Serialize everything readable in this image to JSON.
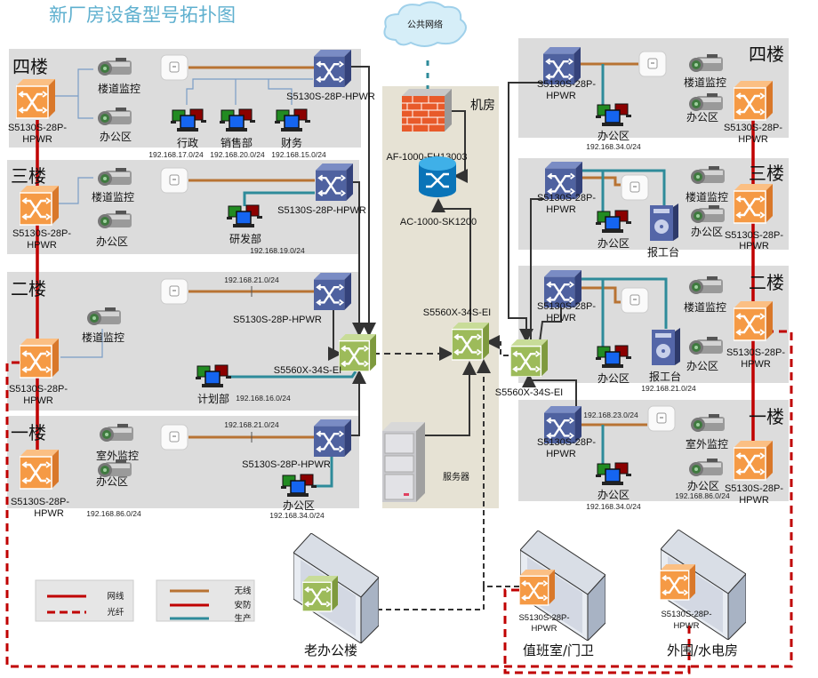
{
  "title": "新厂房设备型号拓扑图",
  "colors": {
    "wireless": "#b87333",
    "security": "#c00000",
    "production": "#2e8b9a",
    "panel": "#dcdcdc",
    "machine_room": "#e6e2d4"
  },
  "center": {
    "cloud": "公共网络",
    "room": "机房",
    "firewall": "AF-1000-FH13003",
    "controller": "AC-1000-SK1200",
    "core_switch": "S5560X-34S-EI",
    "server": "服务器"
  },
  "left": {
    "f4": {
      "floor": "四楼",
      "sec_sw": [
        "S5130S-28P-",
        "HPWR"
      ],
      "cam1": "楼道监控",
      "cam2": "办公区",
      "access_sw": "S5130S-28P-HPWR",
      "pcs": [
        {
          "label": "行政",
          "subnet": "192.168.17.0/24"
        },
        {
          "label": "销售部",
          "subnet": "192.168.20.0/24"
        },
        {
          "label": "财务",
          "subnet": "192.168.15.0/24"
        }
      ]
    },
    "f3": {
      "floor": "三楼",
      "sec_sw": [
        "S5130S-28P-",
        "HPWR"
      ],
      "cam1": "楼道监控",
      "cam2": "办公区",
      "access_sw": "S5130S-28P-HPWR",
      "pc": {
        "label": "研发部",
        "subnet": "192.168.19.0/24"
      }
    },
    "f2": {
      "floor": "二楼",
      "sec_sw": [
        "S5130S-28P-",
        "HPWR"
      ],
      "cam1": "楼道监控",
      "ap_subnet": "192.168.21.0/24",
      "access_sw": "S5130S-28P-HPWR",
      "agg_sw": "S5560X-34S-EI",
      "pc": {
        "label": "计划部",
        "subnet": "192.168.16.0/24"
      }
    },
    "f1": {
      "floor": "一楼",
      "sec_sw": [
        "S5130S-28P-",
        "HPWR"
      ],
      "cam1": "室外监控",
      "cam2": "办公区",
      "cam_subnet": "192.168.86.0/24",
      "ap_subnet": "192.168.21.0/24",
      "access_sw": "S5130S-28P-HPWR",
      "pc": {
        "label": "办公区",
        "subnet": "192.168.34.0/24"
      }
    }
  },
  "right": {
    "f4": {
      "floor": "四楼",
      "access_sw": [
        "S5130S-28P-",
        "HPWR"
      ],
      "pc": {
        "label": "办公区",
        "subnet": "192.168.34.0/24"
      },
      "cam1": "楼道监控",
      "cam2": "办公区",
      "sec_sw": [
        "S5130S-28P-",
        "HPWR"
      ]
    },
    "f3": {
      "floor": "三楼",
      "access_sw": [
        "S5130S-28P-",
        "HPWR"
      ],
      "pc": {
        "label": "办公区"
      },
      "kiosk": "报工台",
      "cam1": "楼道监控",
      "cam2": "办公区",
      "sec_sw": [
        "S5130S-28P-",
        "HPWR"
      ]
    },
    "f2": {
      "floor": "二楼",
      "access_sw": [
        "S5130S-28P-",
        "HPWR"
      ],
      "pc": {
        "label": "办公区"
      },
      "kiosk": "报工台",
      "kiosk_subnet": "192.168.21.0/24",
      "cam1": "楼道监控",
      "cam2": "办公区",
      "sec_sw": [
        "S5130S-28P-",
        "HPWR"
      ],
      "agg_sw": "S5560X-34S-EI"
    },
    "f1": {
      "floor": "一楼",
      "access_sw": [
        "S5130S-28P-",
        "HPWR"
      ],
      "ap_subnet": "192.168.23.0/24",
      "pc": {
        "label": "办公区",
        "subnet": "192.168.34.0/24"
      },
      "cam1": "室外监控",
      "cam2": "办公区",
      "cam_subnet": "192.168.86.0/24",
      "sec_sw": [
        "S5130S-28P-",
        "HPWR"
      ]
    }
  },
  "remote": {
    "old_office": "老办公楼",
    "guard": {
      "name": "值班室/门卫",
      "sw": [
        "S5130S-28P-",
        "HPWR"
      ]
    },
    "perimeter": {
      "name": "外围/水电房",
      "sw": [
        "S5130S-28P-",
        "HPWR"
      ]
    }
  },
  "legend": {
    "cable": [
      {
        "label": "网线",
        "style": "solid"
      },
      {
        "label": "光纤",
        "style": "dashed"
      }
    ],
    "network": [
      {
        "label": "无线",
        "color": "#b87333"
      },
      {
        "label": "安防",
        "color": "#c00000"
      },
      {
        "label": "生产",
        "color": "#2e8b9a"
      }
    ]
  }
}
